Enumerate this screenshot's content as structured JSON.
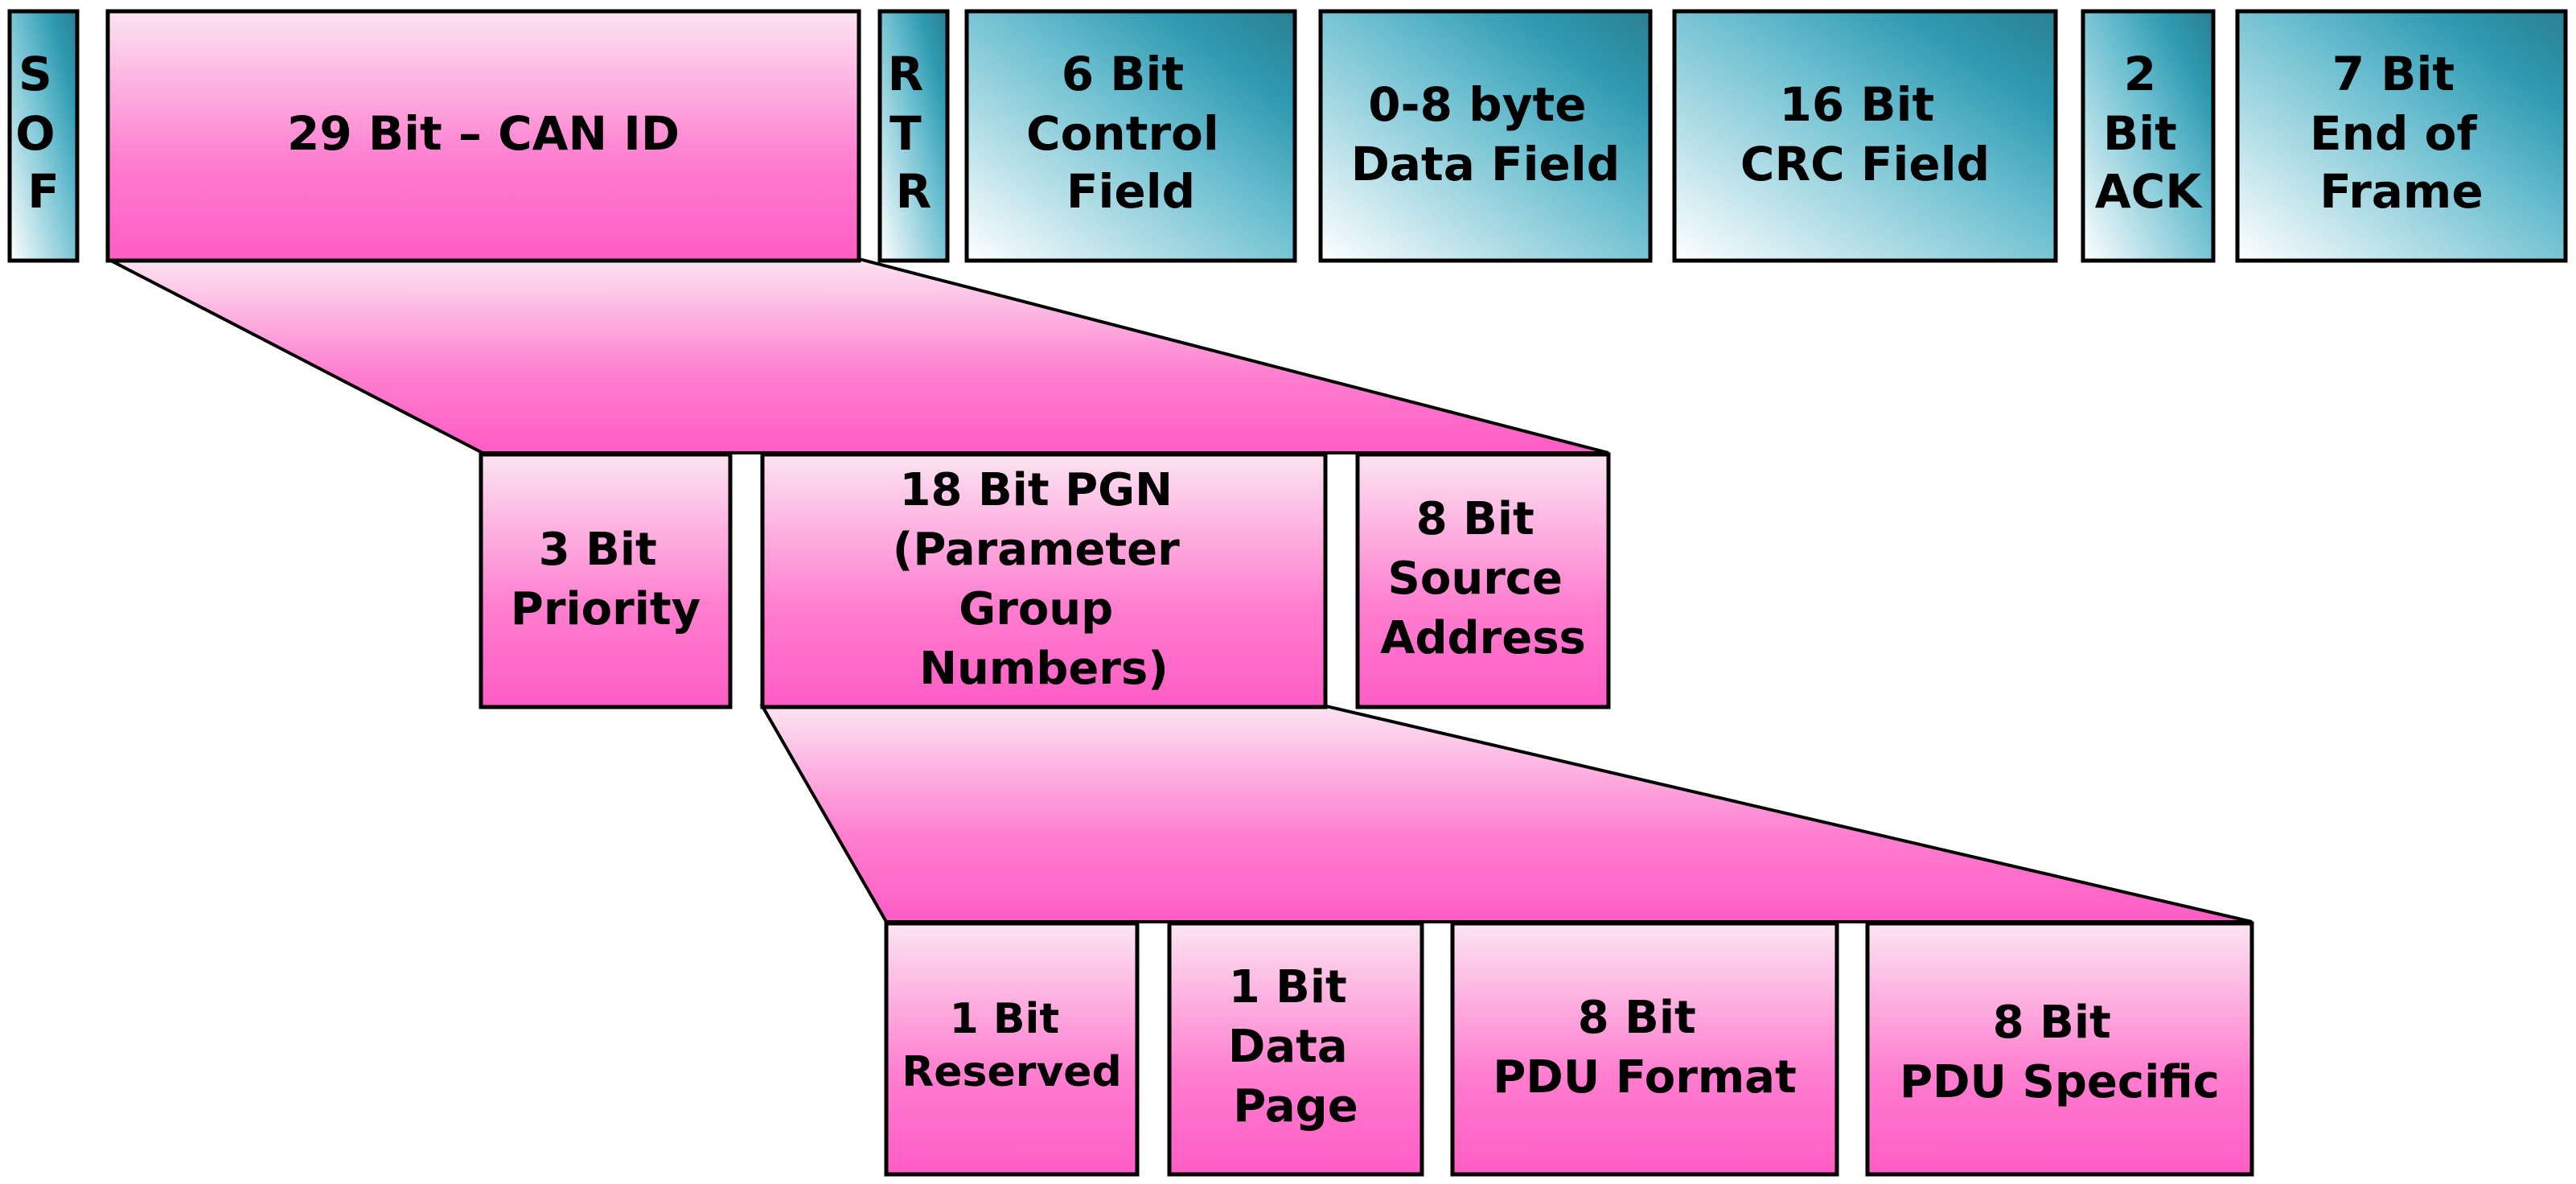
{
  "frame_fields": [
    {
      "id": "sof",
      "lines": [
        "S",
        "O",
        "F"
      ],
      "style": "teal"
    },
    {
      "id": "can-id",
      "lines": [
        "29 Bit – CAN ID"
      ],
      "style": "pink"
    },
    {
      "id": "rtr",
      "lines": [
        "R",
        "T",
        "R"
      ],
      "style": "teal"
    },
    {
      "id": "control",
      "lines": [
        "6 Bit",
        "Control",
        "Field"
      ],
      "style": "teal"
    },
    {
      "id": "data",
      "lines": [
        "0-8 byte",
        "Data Field"
      ],
      "style": "teal"
    },
    {
      "id": "crc",
      "lines": [
        "16 Bit",
        "CRC Field"
      ],
      "style": "teal"
    },
    {
      "id": "ack",
      "lines": [
        "2",
        "Bit",
        "ACK"
      ],
      "style": "teal"
    },
    {
      "id": "eof",
      "lines": [
        "7 Bit",
        "End of",
        "Frame"
      ],
      "style": "teal"
    }
  ],
  "id_fields": [
    {
      "id": "priority",
      "lines": [
        "3 Bit",
        "Priority"
      ]
    },
    {
      "id": "pgn",
      "lines": [
        "18 Bit PGN",
        "(Parameter",
        "Group",
        "Numbers)"
      ]
    },
    {
      "id": "source",
      "lines": [
        "8 Bit",
        "Source",
        "Address"
      ]
    }
  ],
  "pgn_fields": [
    {
      "id": "reserved",
      "lines": [
        "1 Bit",
        "Reserved"
      ]
    },
    {
      "id": "data-page",
      "lines": [
        "1 Bit",
        "Data",
        "Page"
      ]
    },
    {
      "id": "pdu-format",
      "lines": [
        "8 Bit",
        "PDU Format"
      ]
    },
    {
      "id": "pdu-specific",
      "lines": [
        "8 Bit",
        "PDU Specific"
      ]
    }
  ],
  "colors": {
    "pink_light": "#fce4f2",
    "pink_dark": "#ff5cc4",
    "teal_light": "#ffffff",
    "teal_dark": "#2a8fa6",
    "outline": "#000000"
  }
}
